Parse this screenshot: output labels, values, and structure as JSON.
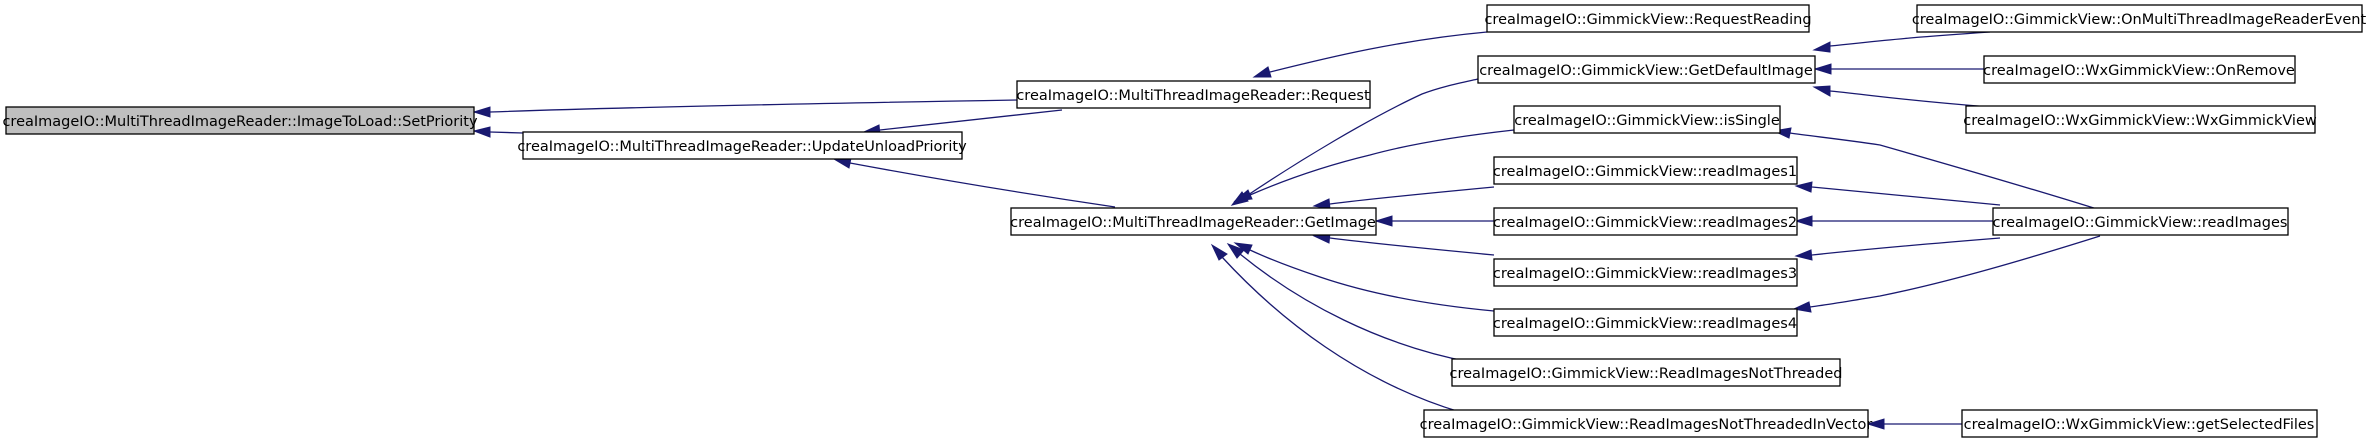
{
  "colors": {
    "edge": "#191970",
    "root_fill": "#bfbfbf",
    "node_fill": "#ffffff",
    "border": "#000000"
  },
  "nodes": {
    "setpriority": "creaImageIO::MultiThreadImageReader::ImageToLoad::SetPriority",
    "request": "creaImageIO::MultiThreadImageReader::Request",
    "updateunloadpriority": "creaImageIO::MultiThreadImageReader::UpdateUnloadPriority",
    "getimage": "creaImageIO::MultiThreadImageReader::GetImage",
    "requestreading": "creaImageIO::GimmickView::RequestReading",
    "getdefaultimage": "creaImageIO::GimmickView::GetDefaultImage",
    "issingle": "creaImageIO::GimmickView::isSingle",
    "readimages1": "creaImageIO::GimmickView::readImages1",
    "readimages2": "creaImageIO::GimmickView::readImages2",
    "readimages3": "creaImageIO::GimmickView::readImages3",
    "readimages4": "creaImageIO::GimmickView::readImages4",
    "readimagesnotthreaded": "creaImageIO::GimmickView::ReadImagesNotThreaded",
    "readimagesnotthreadedinvector": "creaImageIO::GimmickView::ReadImagesNotThreadedInVector",
    "onmultithreadimagereaderevent": "creaImageIO::GimmickView::OnMultiThreadImageReaderEvent",
    "onremove": "creaImageIO::WxGimmickView::OnRemove",
    "wxgimmickview": "creaImageIO::WxGimmickView::WxGimmickView",
    "readimages": "creaImageIO::GimmickView::readImages",
    "getselectedfiles": "creaImageIO::WxGimmickView::getSelectedFiles"
  }
}
